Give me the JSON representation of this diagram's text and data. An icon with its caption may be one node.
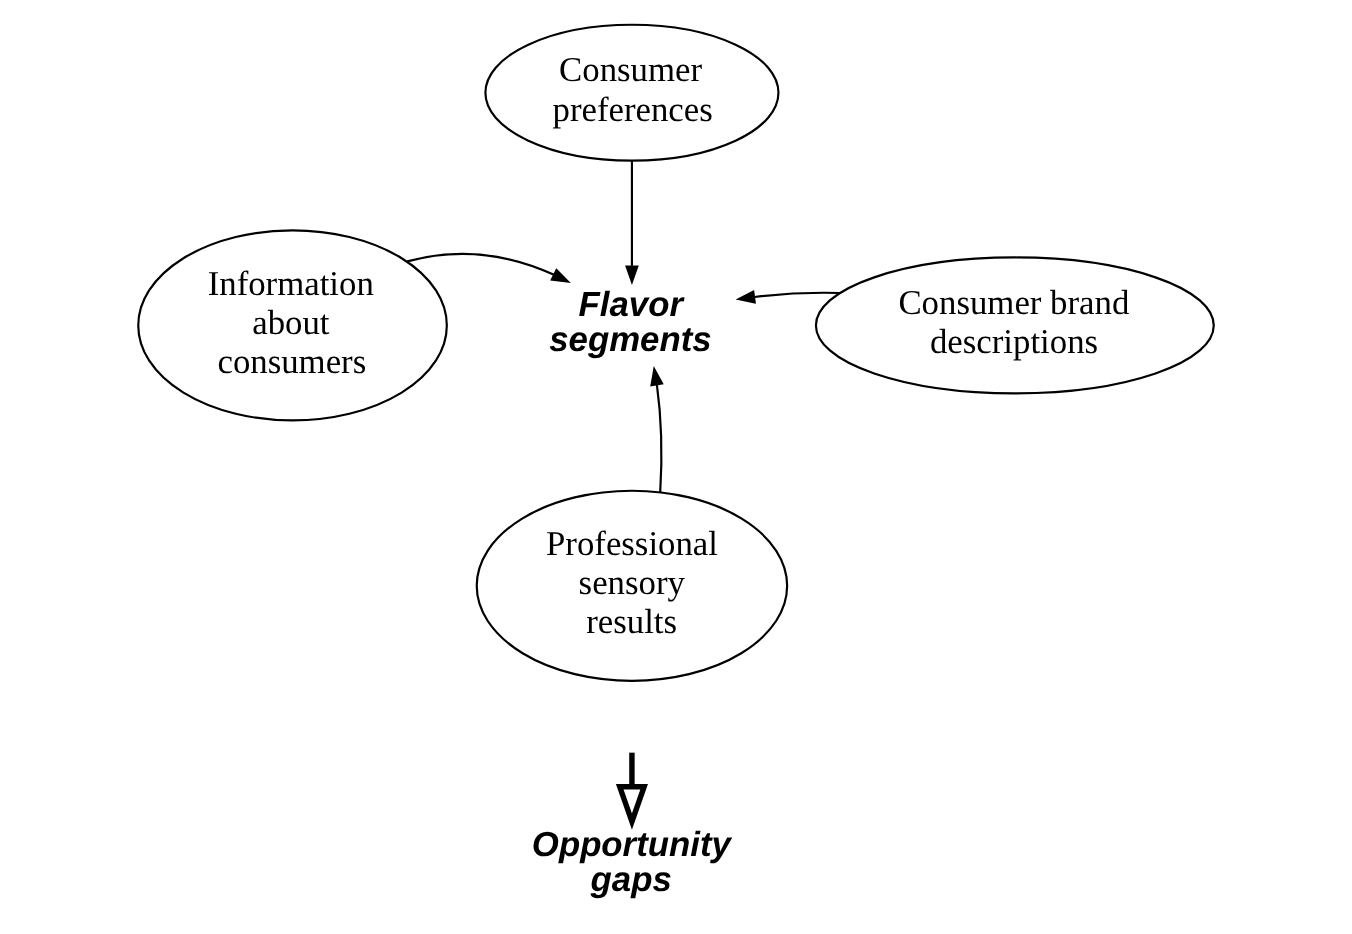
{
  "diagram": {
    "nodes": [
      {
        "text": [
          "Consumer preferences"
        ]
      },
      {
        "text": [
          "Information about consumers"
        ]
      },
      {
        "text": [
          "Flavor segments"
        ]
      },
      {
        "text": [
          "Consumer brand descriptions"
        ]
      },
      {
        "text": [
          "Professional sensory results"
        ]
      },
      {
        "text": [
          "Opportunity gaps"
        ]
      }
    ],
    "edges": [
      {
        "from": 0,
        "to": 2,
        "arrow": "to"
      },
      {
        "from": 1,
        "to": 2,
        "arrow": "to"
      },
      {
        "from": 3,
        "to": 2,
        "arrow": "to"
      },
      {
        "from": 4,
        "to": 2,
        "arrow": "to"
      },
      {
        "from": null,
        "to": 5,
        "arrow": "to",
        "style": "thick"
      }
    ]
  }
}
